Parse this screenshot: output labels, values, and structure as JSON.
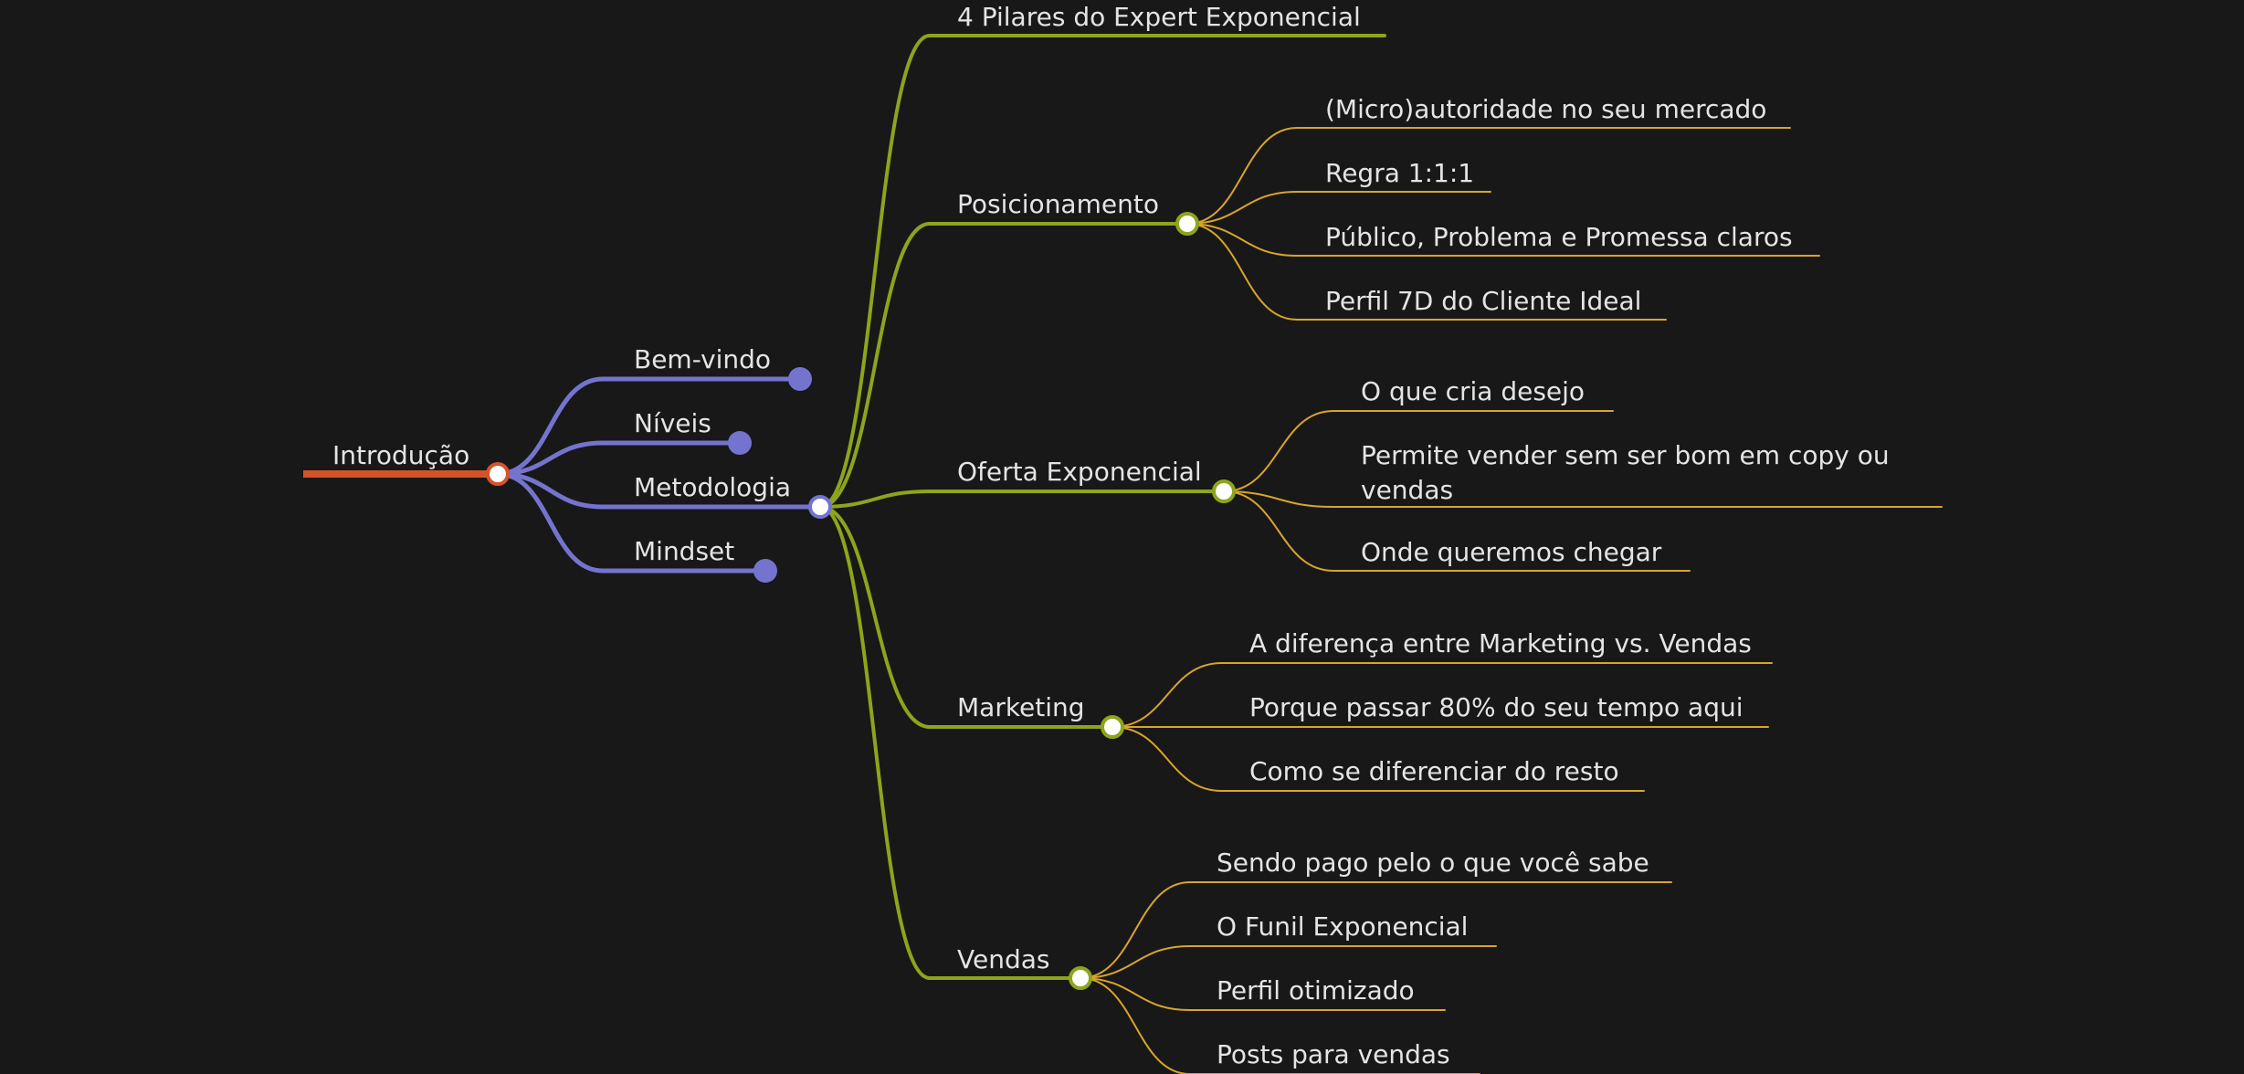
{
  "colors": {
    "background": "#181818",
    "text": "#e4e4e4",
    "root_branch": "#d4542a",
    "level1_branch": "#7474cf",
    "level2_branch": "#8ca51c",
    "level3_branch": "#d8a52a"
  },
  "mindmap": {
    "root": "Introdução",
    "level1": [
      "Bem-vindo",
      "Níveis",
      "Metodologia",
      "Mindset"
    ],
    "metodologia": {
      "pilares": "4 Pilares do Expert Exponencial",
      "posicionamento": {
        "label": "Posicionamento",
        "items": [
          "(Micro)autoridade no seu mercado",
          "Regra 1:1:1",
          "Público, Problema e Promessa claros",
          "Perfil 7D do Cliente Ideal"
        ]
      },
      "oferta": {
        "label": "Oferta Exponencial",
        "items": [
          "O que cria desejo",
          "Permite vender sem ser bom em copy ou vendas",
          "Onde queremos chegar"
        ]
      },
      "marketing": {
        "label": "Marketing",
        "items": [
          "A diferença entre Marketing vs. Vendas",
          "Porque passar 80% do seu tempo aqui",
          "Como se diferenciar do resto"
        ]
      },
      "vendas": {
        "label": "Vendas",
        "items": [
          "Sendo pago pelo o que você sabe",
          "O Funil Exponencial",
          "Perfil otimizado",
          "Posts para vendas"
        ]
      }
    }
  }
}
